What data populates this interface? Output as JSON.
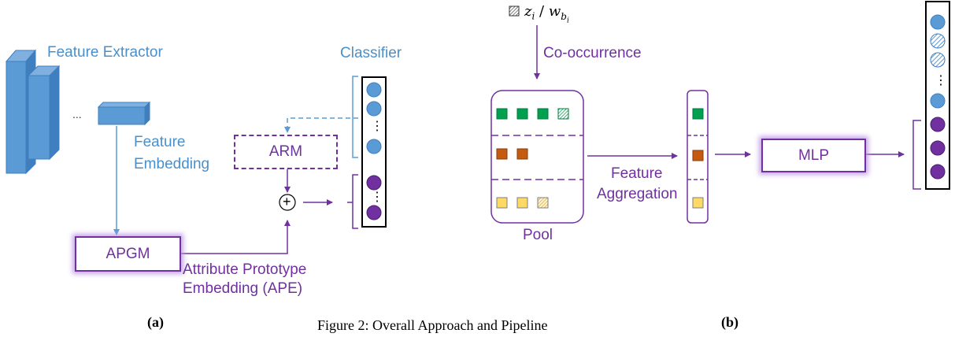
{
  "panel_a": {
    "feature_extractor": "Feature Extractor",
    "ellipsis": "...",
    "feature_embedding_line1": "Feature",
    "feature_embedding_line2": "Embedding",
    "classifier": "Classifier",
    "arm": "ARM",
    "apgm": "APGM",
    "ape_line1": "Attribute Prototype",
    "ape_line2": "Embedding (APE)",
    "plus": "+",
    "vdots": "⋮"
  },
  "panel_b": {
    "legend_z": "z",
    "legend_z_sub": "i",
    "legend_sep": " / ",
    "legend_w": "w",
    "legend_w_sub": "b",
    "legend_w_subsub": "i",
    "co_occurrence": "Co-occurrence",
    "pool": "Pool",
    "feature_agg_line1": "Feature",
    "feature_agg_line2": "Aggregation",
    "mlp": "MLP",
    "vdots": "⋮"
  },
  "captions": {
    "a": "(a)",
    "b": "(b)",
    "figure": "Figure 2: Overall Approach and Pipeline"
  },
  "colors": {
    "blue_label": "#4a8fca",
    "purple": "#7030a0",
    "block_blue": "#5b9bd5",
    "green": "#00a050",
    "orange": "#c55a11",
    "yellow": "#ffd966"
  }
}
